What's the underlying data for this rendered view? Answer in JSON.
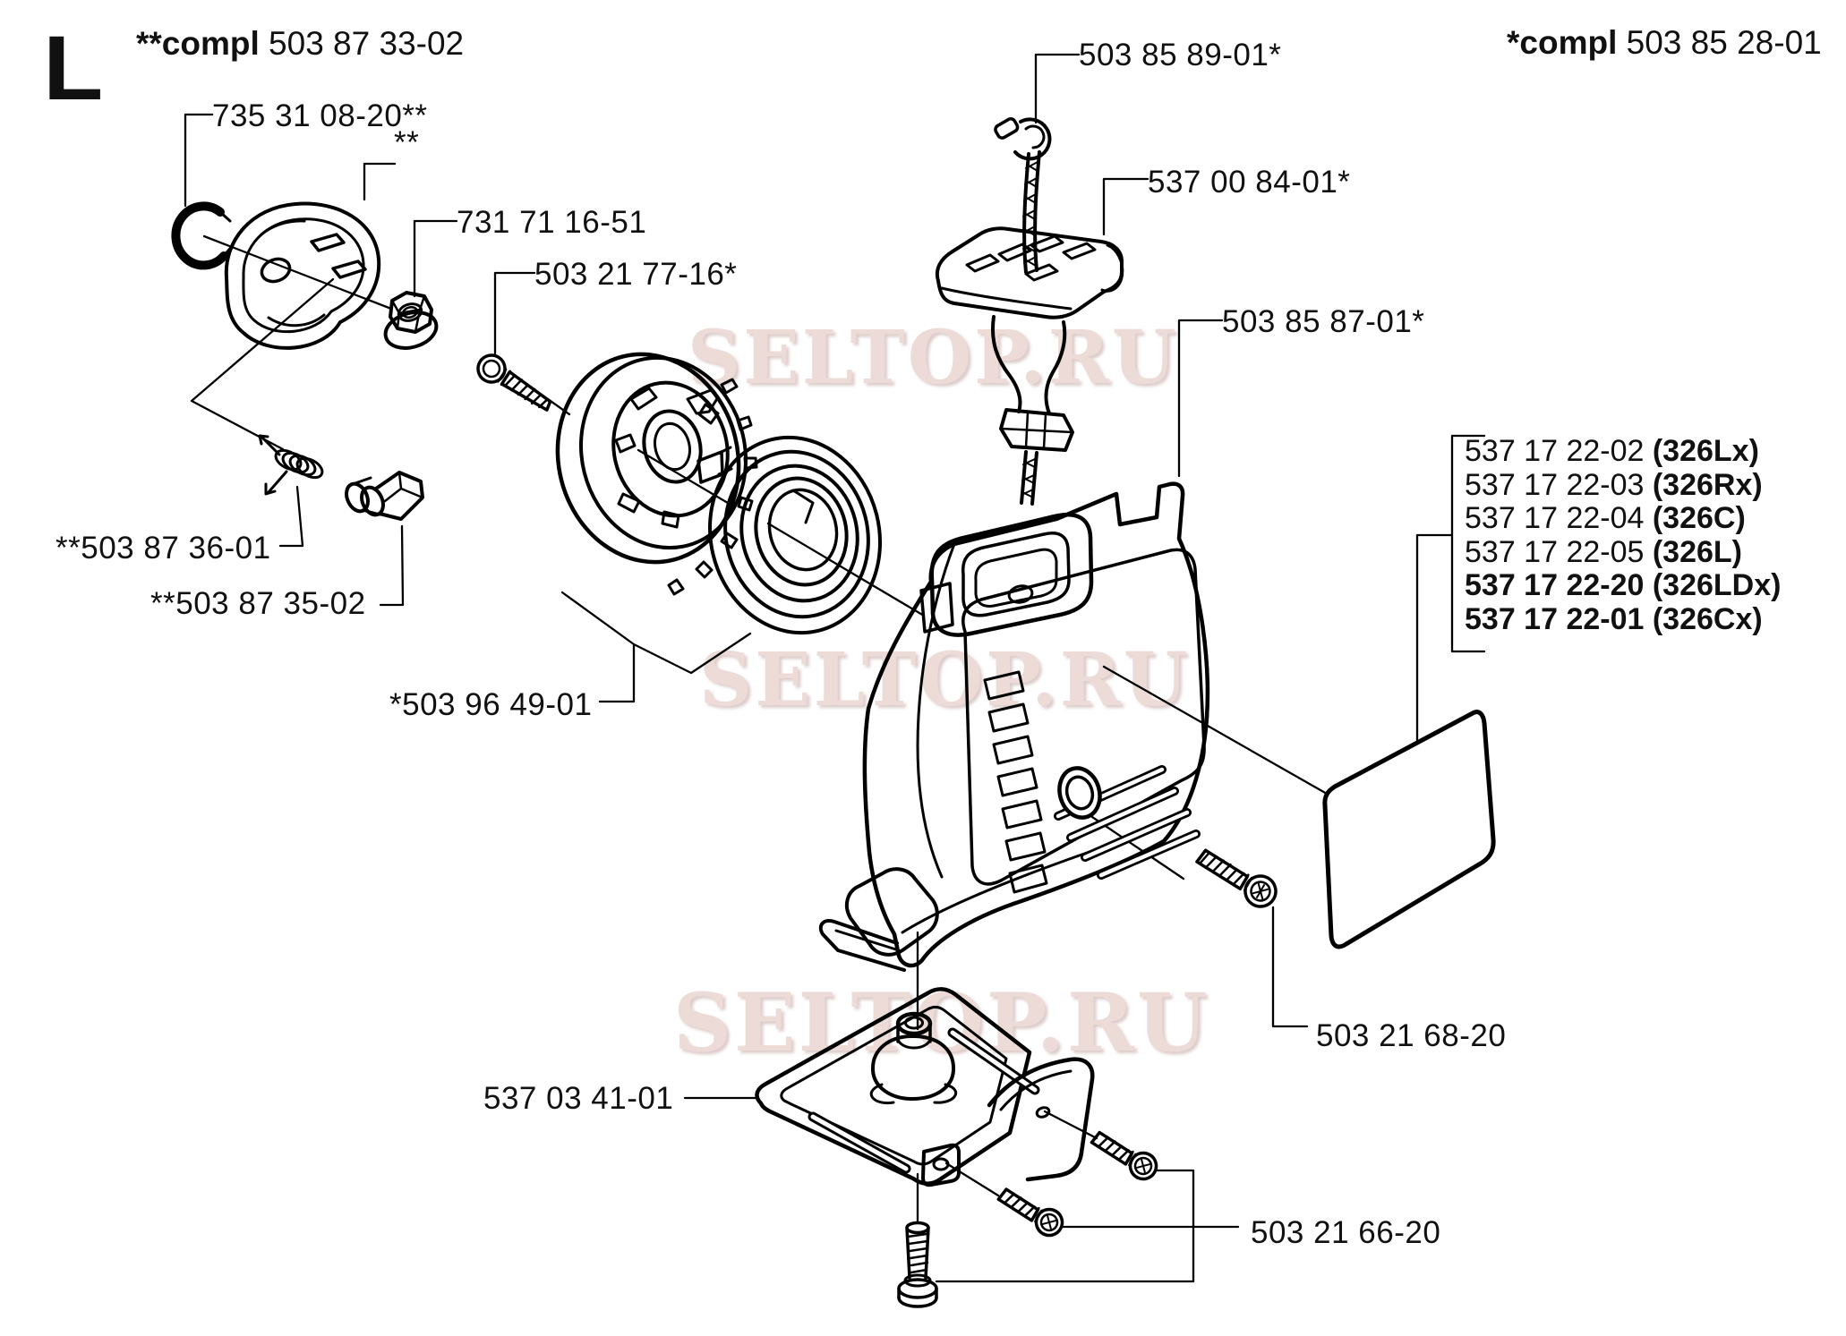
{
  "page": {
    "letter": "L",
    "watermark": "SELTOP.RU"
  },
  "header": {
    "left": {
      "prefix": "**compl",
      "number": "503 87 33-02"
    },
    "right": {
      "prefix": "*compl",
      "number": "503 85 28-01"
    }
  },
  "labels": {
    "eclip": "735 31 08-20**",
    "cover_ref": "**",
    "nut": "731 71 16-51",
    "pulley_screw": "503 21 77-16*",
    "rope_knob": "503 85 89-01*",
    "handle": "537 00 84-01*",
    "housing": "503 85 87-01*",
    "pawl_spring": "**503 87 36-01",
    "pawl": "**503 87 35-02",
    "rewind_spring": "*503 96 49-01",
    "guard_plate": "537 03 41-01",
    "housing_screw": "503 21 68-20",
    "plate_screws": "503 21 66-20"
  },
  "decal_options": {
    "items": [
      {
        "number": "537 17 22-02",
        "model": "(326Lx)"
      },
      {
        "number": "537 17 22-03",
        "model": "(326Rx)"
      },
      {
        "number": "537 17 22-04",
        "model": "(326C)"
      },
      {
        "number": "537 17 22-05",
        "model": "(326L)"
      },
      {
        "number": "537 17 22-20",
        "model": "(326LDx)"
      },
      {
        "number": "537 17 22-01",
        "model": "(326Cx)"
      }
    ]
  }
}
